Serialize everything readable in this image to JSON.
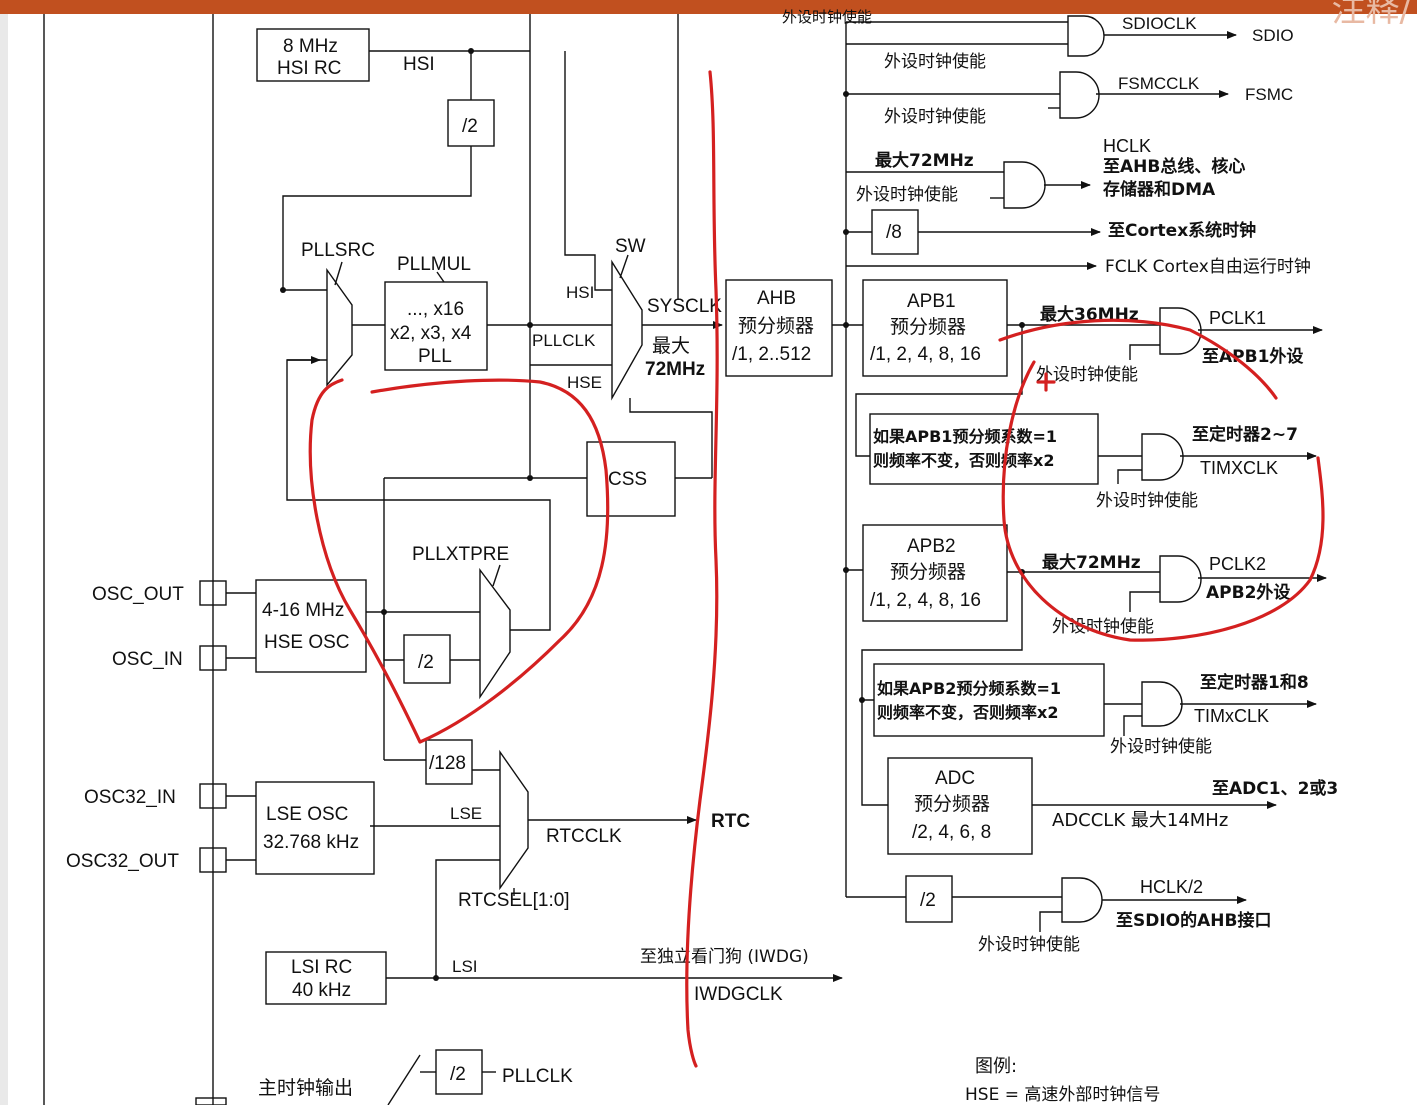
{
  "header": {
    "corner_text": "注释/"
  },
  "sources": {
    "hsi": {
      "line1": "8 MHz",
      "line2": "HSI RC",
      "signal": "HSI"
    },
    "hse": {
      "line1": "4-16 MHz",
      "line2": "HSE OSC"
    },
    "lse": {
      "line1": "LSE OSC",
      "line2": "32.768 kHz",
      "signal": "LSE"
    },
    "lsi": {
      "line1": "LSI RC",
      "line2": "40 kHz",
      "signal": "LSI"
    }
  },
  "pins": {
    "osc_out": "OSC_OUT",
    "osc_in": "OSC_IN",
    "osc32_in": "OSC32_IN",
    "osc32_out": "OSC32_OUT"
  },
  "dividers": {
    "hsi_div2": "/2",
    "hse_div2": "/2",
    "div128": "/128",
    "cortex_div8": "/8",
    "sdio_div2": "/2",
    "mco_div2": "/2"
  },
  "pll": {
    "src_label": "PLLSRC",
    "mul_label": "PLLMUL",
    "mul_line1": "..., x16",
    "mul_line2": "x2, x3, x4",
    "mul_line3": "PLL",
    "xtpre": "PLLXTPRE"
  },
  "sw": {
    "label": "SW",
    "hsi": "HSI",
    "pllclk": "PLLCLK",
    "hse": "HSE",
    "sysclk": "SYSCLK",
    "max1": "最大",
    "max2": "72MHz"
  },
  "css": "CSS",
  "ahb": {
    "line1": "AHB",
    "line2": "预分频器",
    "line3": "/1, 2..512"
  },
  "apb1": {
    "line1": "APB1",
    "line2": "预分频器",
    "line3": "/1, 2, 4, 8, 16"
  },
  "apb2": {
    "line1": "APB2",
    "line2": "预分频器",
    "line3": "/1, 2, 4, 8, 16"
  },
  "adc": {
    "line1": "ADC",
    "line2": "预分频器",
    "line3": "/2, 4, 6, 8"
  },
  "outputs": {
    "top_cut": "外设时钟使能",
    "sdioclk": "SDIOCLK",
    "sdio": "SDIO",
    "sdio_en": "外设时钟使能",
    "fsmcclk": "FSMCCLK",
    "fsmc": "FSMC",
    "fsmc_en": "外设时钟使能",
    "hclk_max": "最大72MHz",
    "hclk_en": "外设时钟使能",
    "hclk": "HCLK",
    "hclk_d1": "至AHB总线、核心",
    "hclk_d2": "存储器和DMA",
    "cortex": "至Cortex系统时钟",
    "fclk": "FCLK Cortex自由运行时钟",
    "apb1_max": "最大36MHz",
    "pclk1": "PCLK1",
    "pclk1_desc": "至APB1外设",
    "pclk1_en": "外设时钟使能",
    "tim1_cond1": "如果APB1预分频系数=1",
    "tim1_cond2": "则频率不变，否则频率x2",
    "tim27_dest": "至定时器2~7",
    "timxclk": "TIMXCLK",
    "tim27_en": "外设时钟使能",
    "apb2_max": "最大72MHz",
    "pclk2": "PCLK2",
    "pclk2_desc": "APB2外设",
    "pclk2_en": "外设时钟使能",
    "tim2_cond1": "如果APB2预分频系数=1",
    "tim2_cond2": "则频率不变，否则频率x2",
    "tim18_dest": "至定时器1和8",
    "timxclk2": "TIMxCLK",
    "tim18_en": "外设时钟使能",
    "adc_dest": "至ADC1、2或3",
    "adcclk": "ADCCLK  最大14MHz",
    "hclk2": "HCLK/2",
    "sdio_ahb": "至SDIO的AHB接口",
    "hclk2_en": "外设时钟使能"
  },
  "rtc": {
    "rtcclk": "RTCCLK",
    "rtc": "RTC",
    "rtcsel": "RTCSEL[1:0]"
  },
  "iwdg": {
    "dest": "至独立看门狗  (IWDG)",
    "clk": "IWDGCLK"
  },
  "mco": {
    "label": "主时钟输出",
    "pllclk": "PLLCLK"
  },
  "legend": {
    "title": "图例:",
    "hse": "HSE = 高速外部时钟信号"
  },
  "colors": {
    "line": "#111111",
    "annotation": "#d42020",
    "topbar": "#c1501f"
  }
}
